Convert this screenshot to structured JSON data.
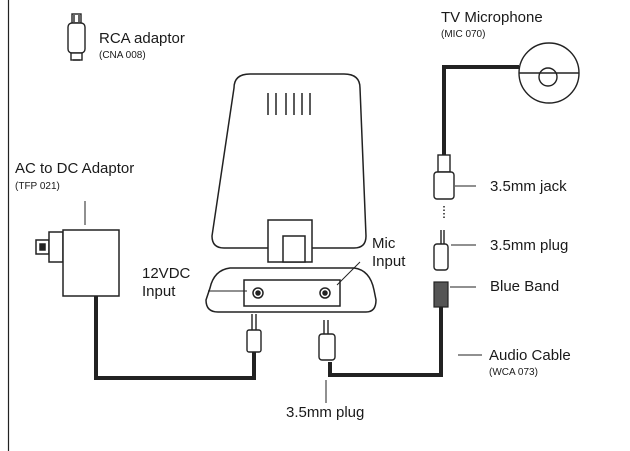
{
  "labels": {
    "rca_adaptor": "RCA adaptor",
    "rca_adaptor_code": "(CNA 008)",
    "tv_microphone": "TV Microphone",
    "tv_microphone_code": "(MIC 070)",
    "ac_dc_adaptor": "AC to DC Adaptor",
    "ac_dc_adaptor_code": "(TFP 021)",
    "jack_35mm": "3.5mm jack",
    "plug_35mm_right": "3.5mm plug",
    "blue_band": "Blue Band",
    "mic_input_line1": "Mic",
    "mic_input_line2": "Input",
    "dc_input_line1": "12VDC",
    "dc_input_line2": "Input",
    "audio_cable": "Audio Cable",
    "audio_cable_code": "(WCA 073)",
    "plug_35mm_bottom": "3.5mm plug"
  }
}
